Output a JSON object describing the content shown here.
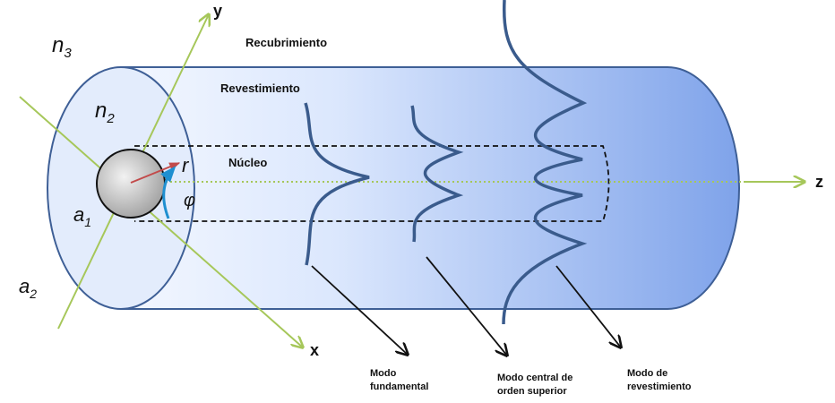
{
  "labels": {
    "recubrimiento": "Recubrimiento",
    "revestimiento": "Revestimiento",
    "nucleo": "Núcleo",
    "n3": "n",
    "n3_sub": "3",
    "n2": "n",
    "n2_sub": "2",
    "a1": "a",
    "a1_sub": "1",
    "a2": "a",
    "a2_sub": "2",
    "r": "r",
    "phi": "φ",
    "axis_x": "x",
    "axis_y": "y",
    "axis_z": "z"
  },
  "modes": {
    "fundamental": [
      "Modo",
      "fundamental"
    ],
    "central": [
      "Modo central de",
      "orden superior"
    ],
    "revestimiento": [
      "Modo de",
      "revestimiento"
    ]
  },
  "colors": {
    "cladding_dark": "#8fb2f0",
    "cladding_light": "#e6efff",
    "end_face": "#dfe9fb",
    "outline": "#3e5f96",
    "mode_curve": "#3a5b8c",
    "axis": "#a6c75a",
    "radius_arrow": "#c24a4a",
    "angle_arrow": "#1f8fd0"
  }
}
